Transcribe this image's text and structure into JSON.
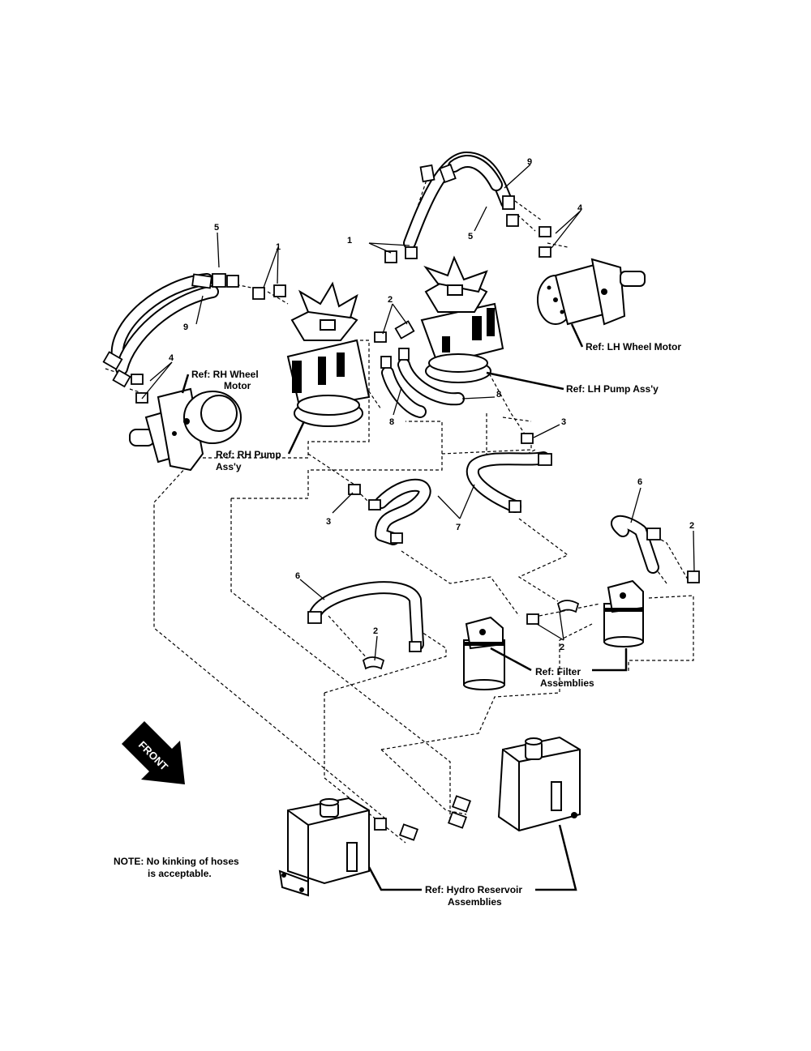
{
  "callouts": {
    "c1a": "1",
    "c1b": "1",
    "c2a": "2",
    "c2b": "2",
    "c2c": "2",
    "c2d": "2",
    "c3a": "3",
    "c3b": "3",
    "c4a": "4",
    "c4b": "4",
    "c5a": "5",
    "c5b": "5",
    "c6a": "6",
    "c6b": "6",
    "c7": "7",
    "c8a": "8",
    "c8b": "8",
    "c9a": "9",
    "c9b": "9"
  },
  "refs": {
    "lh_wheel_motor": "Ref: LH Wheel Motor",
    "lh_pump": "Ref: LH Pump Ass'y",
    "rh_wheel_motor_1": "Ref: RH Wheel",
    "rh_wheel_motor_2": "Motor",
    "rh_pump_1": "Ref: RH Pump",
    "rh_pump_2": "Ass'y",
    "filter_1": "Ref: Filter",
    "filter_2": "Assemblies",
    "reservoir_1": "Ref: Hydro Reservoir",
    "reservoir_2": "Assemblies"
  },
  "front_arrow": "FRONT",
  "note": {
    "line1": "NOTE: No kinking of hoses",
    "line2": "is acceptable."
  },
  "icons": {
    "front_arrow_icon": "arrow-down-right"
  }
}
